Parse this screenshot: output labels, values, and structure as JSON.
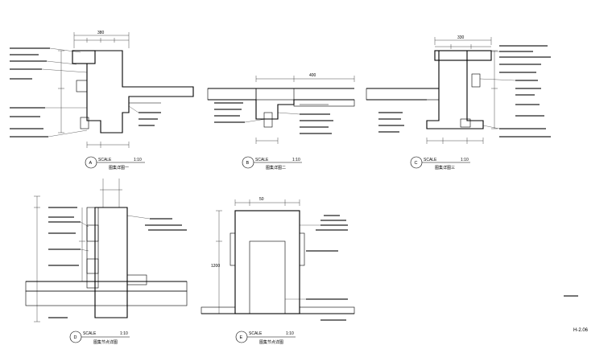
{
  "drawing": {
    "sheet_number": "H-2.06",
    "note_small": "",
    "details": [
      {
        "marker": "A",
        "scale_label": "SCALE",
        "scale": "1:10",
        "title": "图集详图一"
      },
      {
        "marker": "B",
        "scale_label": "SCALE",
        "scale": "1:10",
        "title": "图集详图二"
      },
      {
        "marker": "C",
        "scale_label": "SCALE",
        "scale": "1:10",
        "title": "图集详图三"
      },
      {
        "marker": "D",
        "scale_label": "SCALE",
        "scale": "1:10",
        "title": "图集节点详图"
      },
      {
        "marker": "E",
        "scale_label": "SCALE",
        "scale": "1:10",
        "title": "图集节点详图"
      }
    ],
    "dimensions": {
      "a_top": "380",
      "b_mid": "400",
      "c_top": "330",
      "e_side": "1200",
      "e_small": "50"
    },
    "colors": {
      "ink": "#000000",
      "paper": "#ffffff"
    }
  }
}
